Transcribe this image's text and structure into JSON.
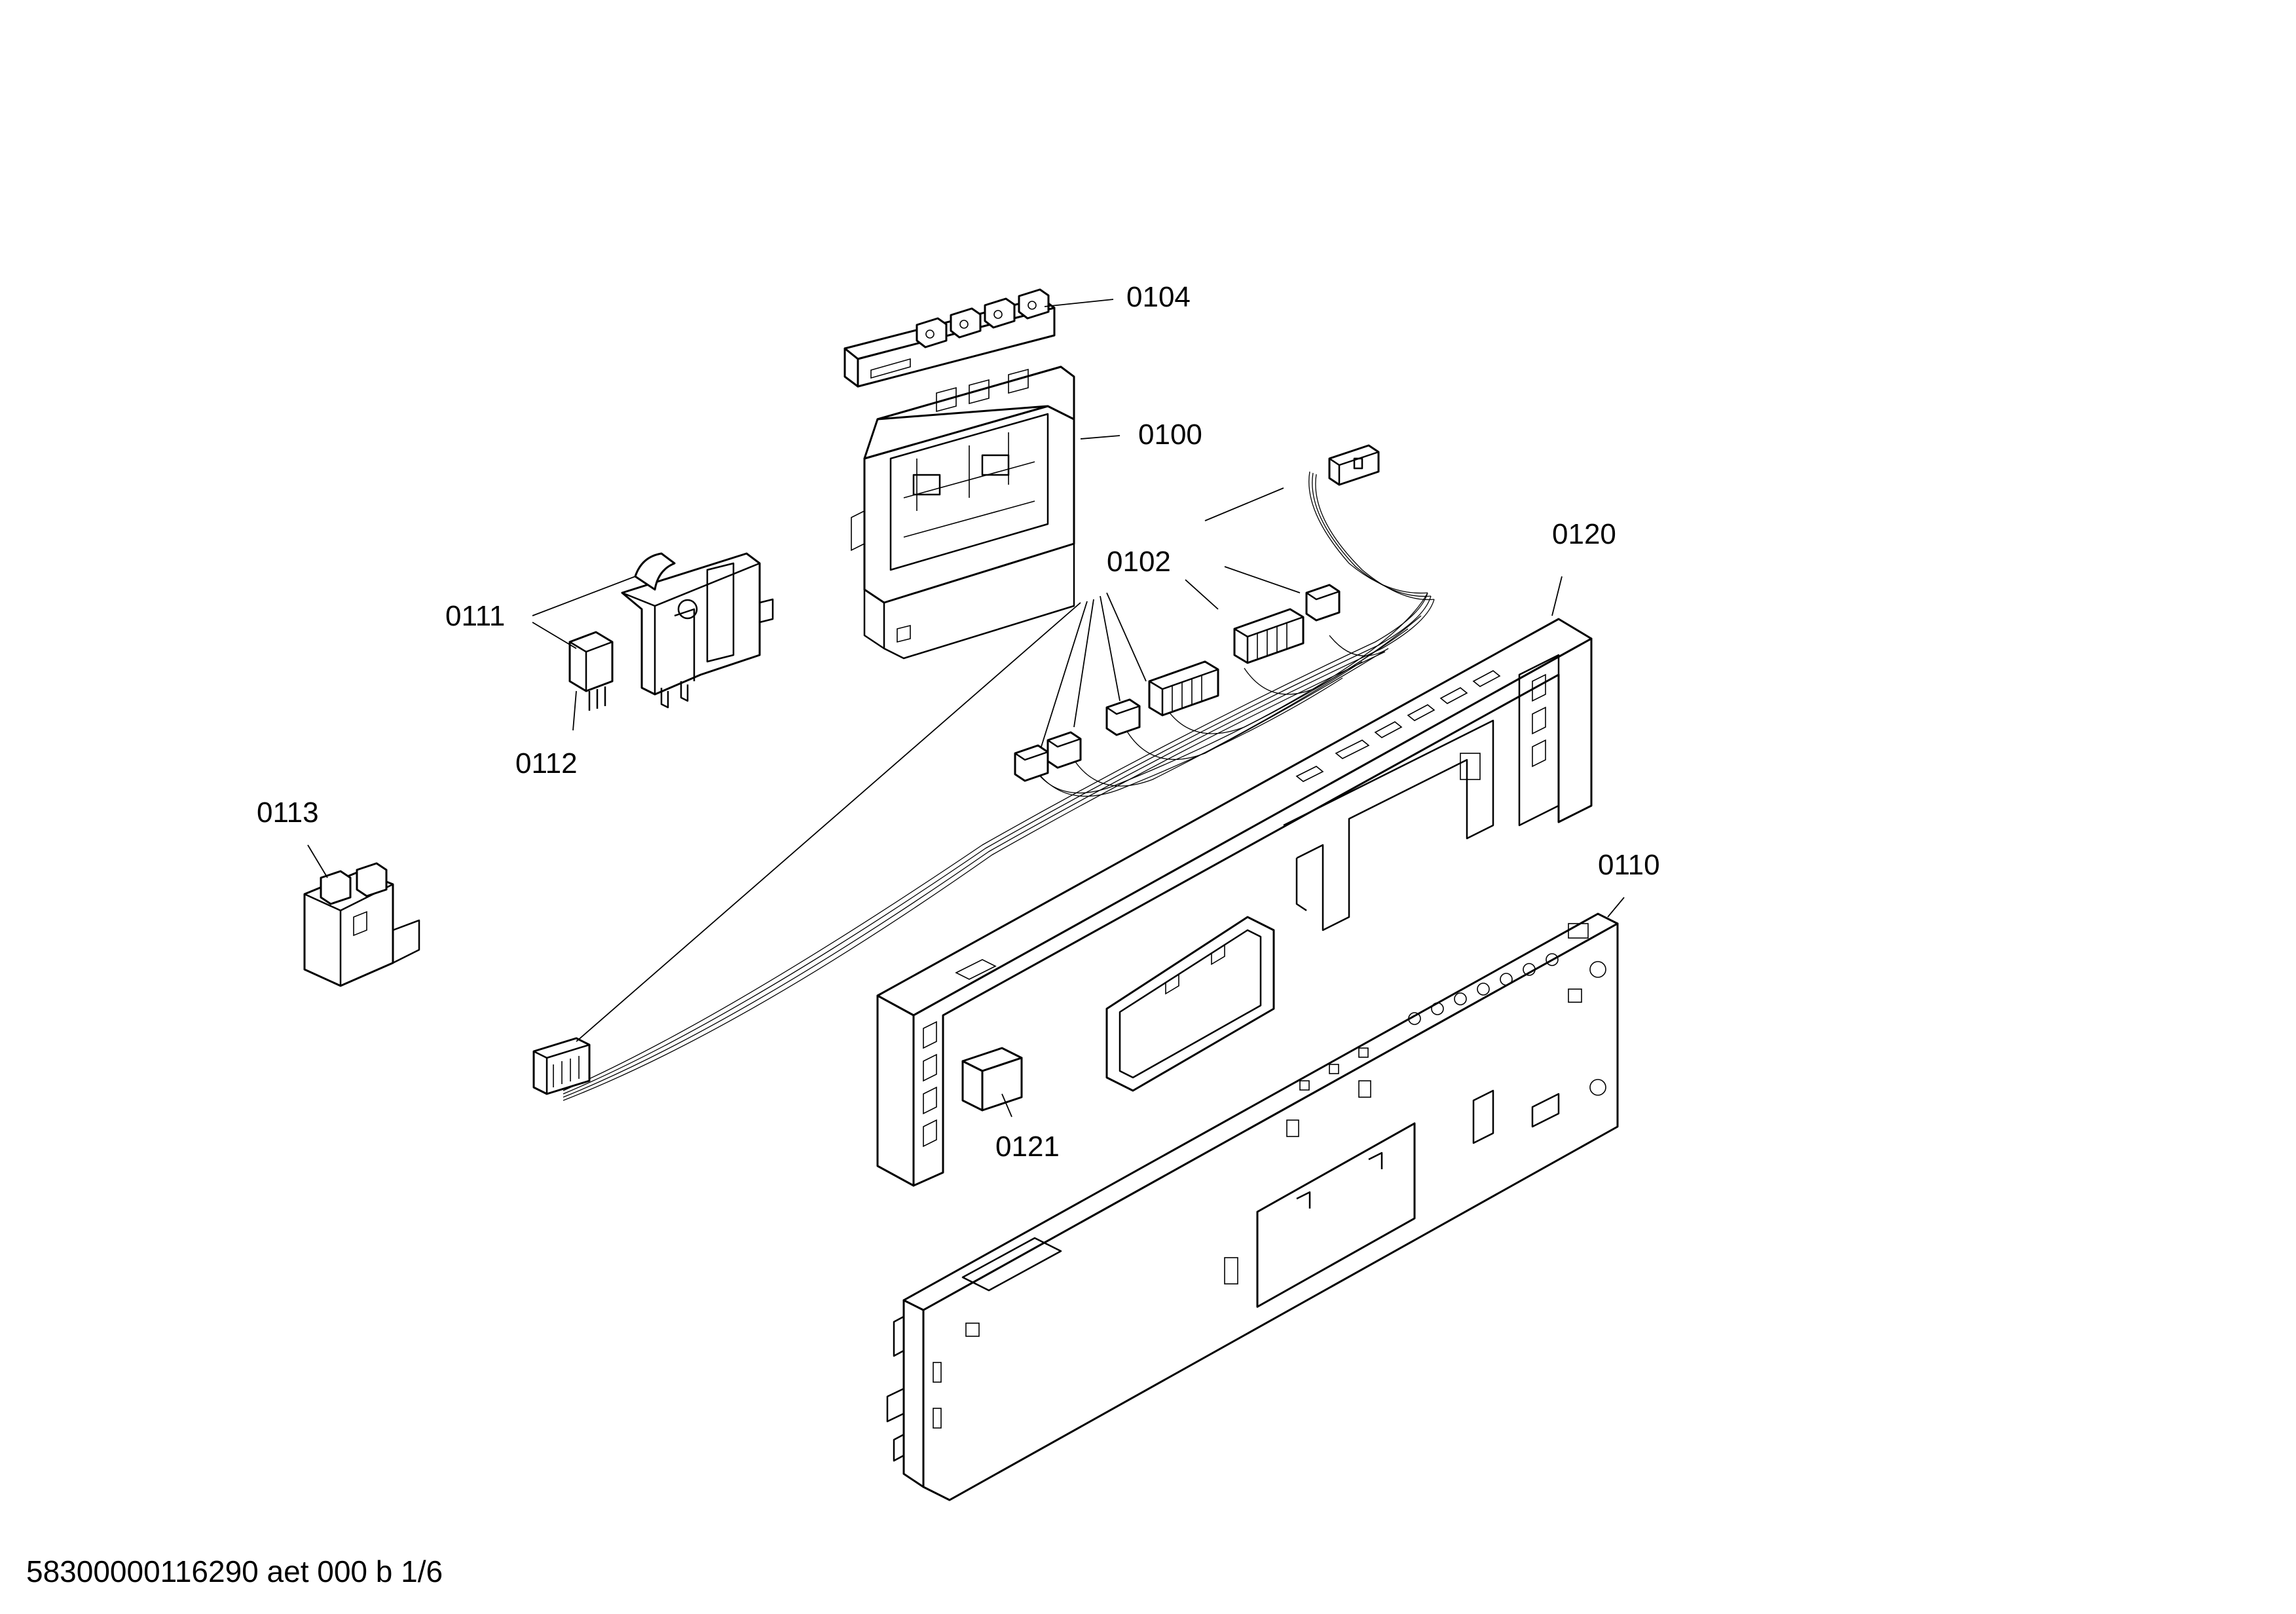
{
  "diagram": {
    "labels": {
      "l0104": "0104",
      "l0100": "0100",
      "l0102": "0102",
      "l0120": "0120",
      "l0111": "0111",
      "l0112": "0112",
      "l0113": "0113",
      "l0110": "0110",
      "l0121": "0121"
    },
    "footer": "58300000116290 aet 000 b 1/6",
    "colors": {
      "ink": "#000000",
      "paper": "#ffffff"
    }
  }
}
